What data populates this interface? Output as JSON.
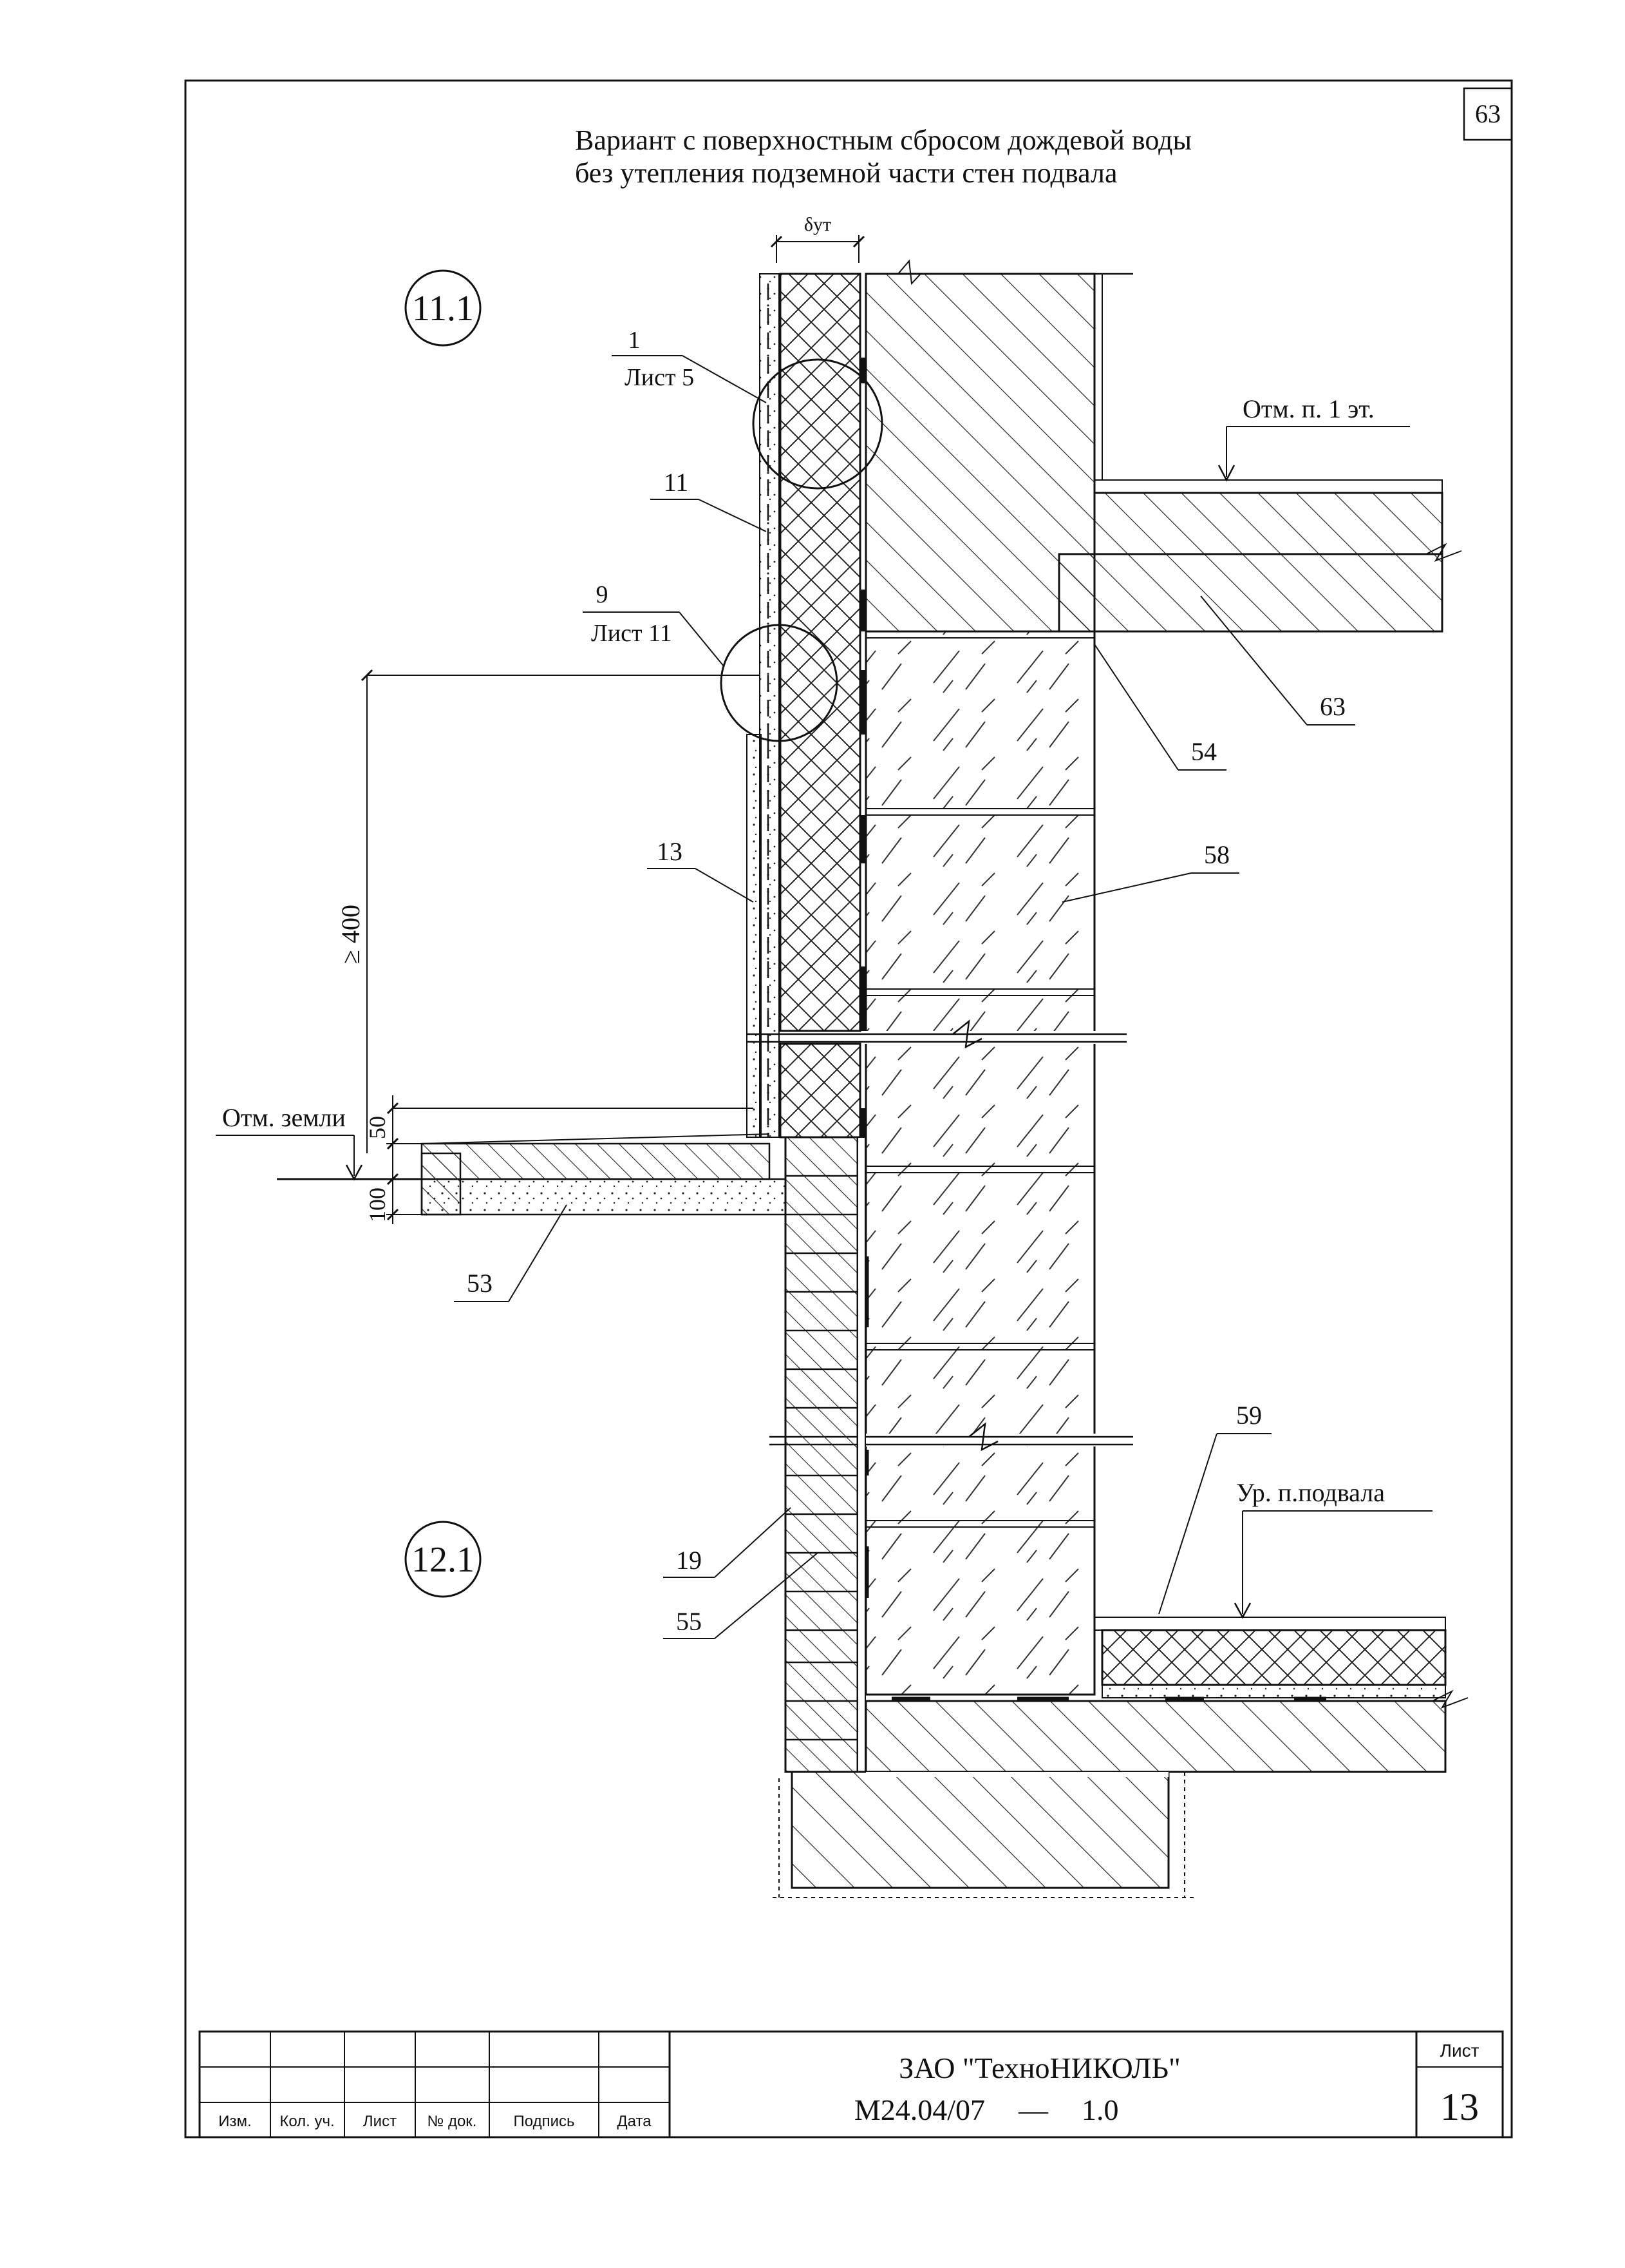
{
  "sheet_corner_number": "63",
  "title": {
    "line1": "Вариант с поверхностным сбросом дождевой воды",
    "line2": "без утепления подземной части стен подвала"
  },
  "insulation_thickness_label": "δут",
  "node_marks": {
    "upper": "11.1",
    "lower": "12.1"
  },
  "detail_refs": [
    {
      "number": "1",
      "sheet": "Лист 5"
    },
    {
      "number": "9",
      "sheet": "Лист 11"
    }
  ],
  "callouts": {
    "c11": "11",
    "c13": "13",
    "c19": "19",
    "c53": "53",
    "c54": "54",
    "c55": "55",
    "c58": "58",
    "c59": "59",
    "c63": "63"
  },
  "levels": {
    "first_floor": "Отм. п. 1 эт.",
    "ground": "Отм. земли",
    "basement_floor": "Ур. п.подвала"
  },
  "dimensions": {
    "height_min": "≥ 400",
    "d50": "50",
    "d100": "100"
  },
  "title_block": {
    "columns": [
      "Изм.",
      "Кол. уч.",
      "Лист",
      "№ док.",
      "Подпись",
      "Дата"
    ],
    "company": "ЗАО \"ТехноНИКОЛЬ\"",
    "document_code": "М24.04/07",
    "dash": "—",
    "revision": "1.0",
    "sheet_label": "Лист",
    "sheet_number": "13"
  }
}
